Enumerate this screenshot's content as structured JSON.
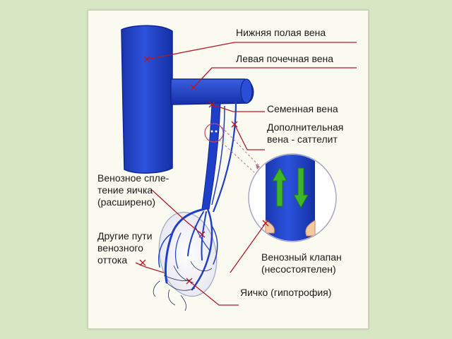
{
  "labels": {
    "ivc": "Нижняя полая вена",
    "renal": "Левая почечная вена",
    "seminal": "Семенная вена",
    "satellite_l1": "Дополнительная",
    "satellite_l2": "вена - саттелит",
    "plexus_l1": "Венозное спле-",
    "plexus_l2": "тение яичка",
    "plexus_l3": "(расширено)",
    "other_l1": "Другие пути",
    "other_l2": "венозного",
    "other_l3": "оттока",
    "valve_l1": "Венозный клапан",
    "valve_l2": "(несостоятелен)",
    "testis": "Яичко (гипотрофия)"
  },
  "colors": {
    "vein_blue": "#1f3fc8",
    "vein_dark": "#0f2690",
    "vein_light": "#4d72e8",
    "pointer_red": "#b01a2a",
    "arrow_green": "#3fb52a",
    "panel_bg": "#fafaf0",
    "page_bg": "#d7e7c4"
  }
}
